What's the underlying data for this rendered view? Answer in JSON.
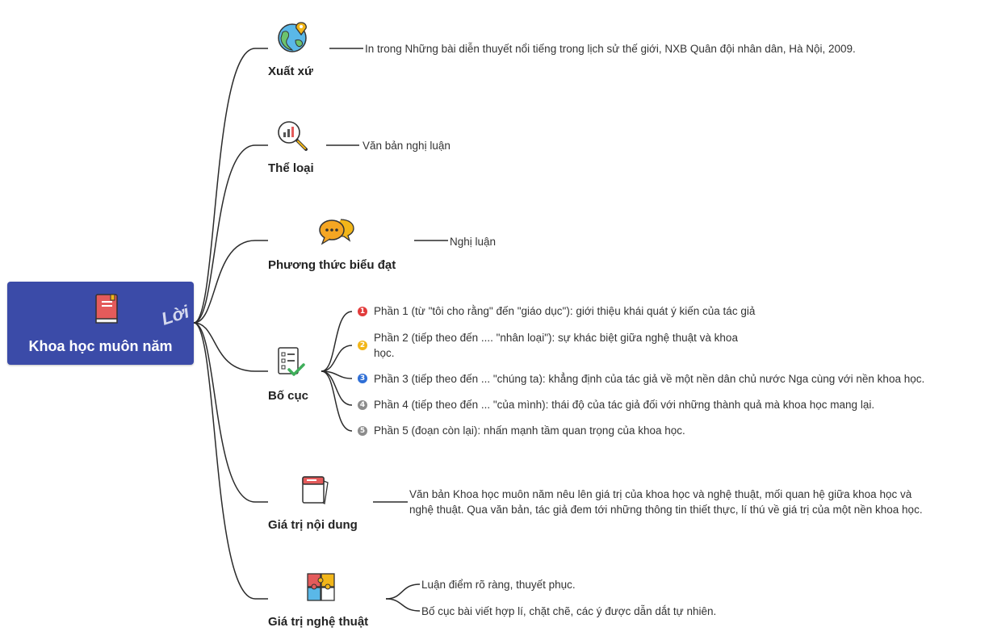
{
  "central": {
    "title": "Khoa học muôn năm",
    "watermark": "Lời"
  },
  "topics": {
    "xuat_xu": {
      "label": "Xuất xứ",
      "text": "In trong Những bài diễn thuyết nổi tiếng trong lịch sử thế giới, NXB Quân đội nhân dân, Hà Nội, 2009."
    },
    "the_loai": {
      "label": "Thể loại",
      "text": "Văn bản nghị luận"
    },
    "phuong_thuc": {
      "label": "Phương thức biểu đạt",
      "text": "Nghị luận"
    },
    "bo_cuc": {
      "label": "Bố cục",
      "items": [
        {
          "num": "1",
          "color": "#e23b3b",
          "text": "Phần 1 (từ \"tôi cho rằng\" đến \"giáo dục\"): giới thiệu khái quát ý kiến của tác giả"
        },
        {
          "num": "2",
          "color": "#f2b619",
          "text": "Phần 2 (tiếp theo đến .... \"nhân loại\"): sự khác biệt giữa nghệ thuật và khoa"
        },
        {
          "num": "3",
          "color": "#2f6fd6",
          "text": "Phần 3 (tiếp theo đến ... \"chúng ta): khẳng định của tác giả về một nền dân chủ nước Nga cùng với nền khoa học."
        },
        {
          "num": "4",
          "color": "#8c8c8c",
          "text": "Phần 4 (tiếp theo đến ... \"của mình): thái độ của tác giả đối với những thành quả mà khoa học mang lại."
        },
        {
          "num": "5",
          "color": "#8c8c8c",
          "text": "Phần 5 (đoạn còn lại): nhấn mạnh tầm quan trọng của khoa học."
        }
      ],
      "item2_cont": "học."
    },
    "gia_tri_noi_dung": {
      "label": "Giá trị nội dung",
      "line1": "Văn bản Khoa học muôn năm nêu lên giá trị của khoa học và nghệ thuật, mối quan hệ giữa khoa học và",
      "line2": "nghệ thuật. Qua văn bản, tác giả đem tới những thông tin thiết thực, lí thú về giá trị của một nền khoa học."
    },
    "gia_tri_nghe_thuat": {
      "label": "Giá trị nghệ thuật",
      "items": [
        {
          "text": "Luận điểm rõ ràng, thuyết phục."
        },
        {
          "text": "Bố cục bài viết hợp lí, chặt chẽ, các ý được dẫn dắt tự nhiên."
        }
      ]
    }
  },
  "colors": {
    "central_bg": "#3b4ba8",
    "line": "#2b2b2b"
  },
  "icons": [
    "book-icon",
    "globe-pin-icon",
    "magnifier-chart-icon",
    "speech-bubbles-icon",
    "checklist-icon",
    "notebook-icon",
    "puzzle-icon"
  ]
}
